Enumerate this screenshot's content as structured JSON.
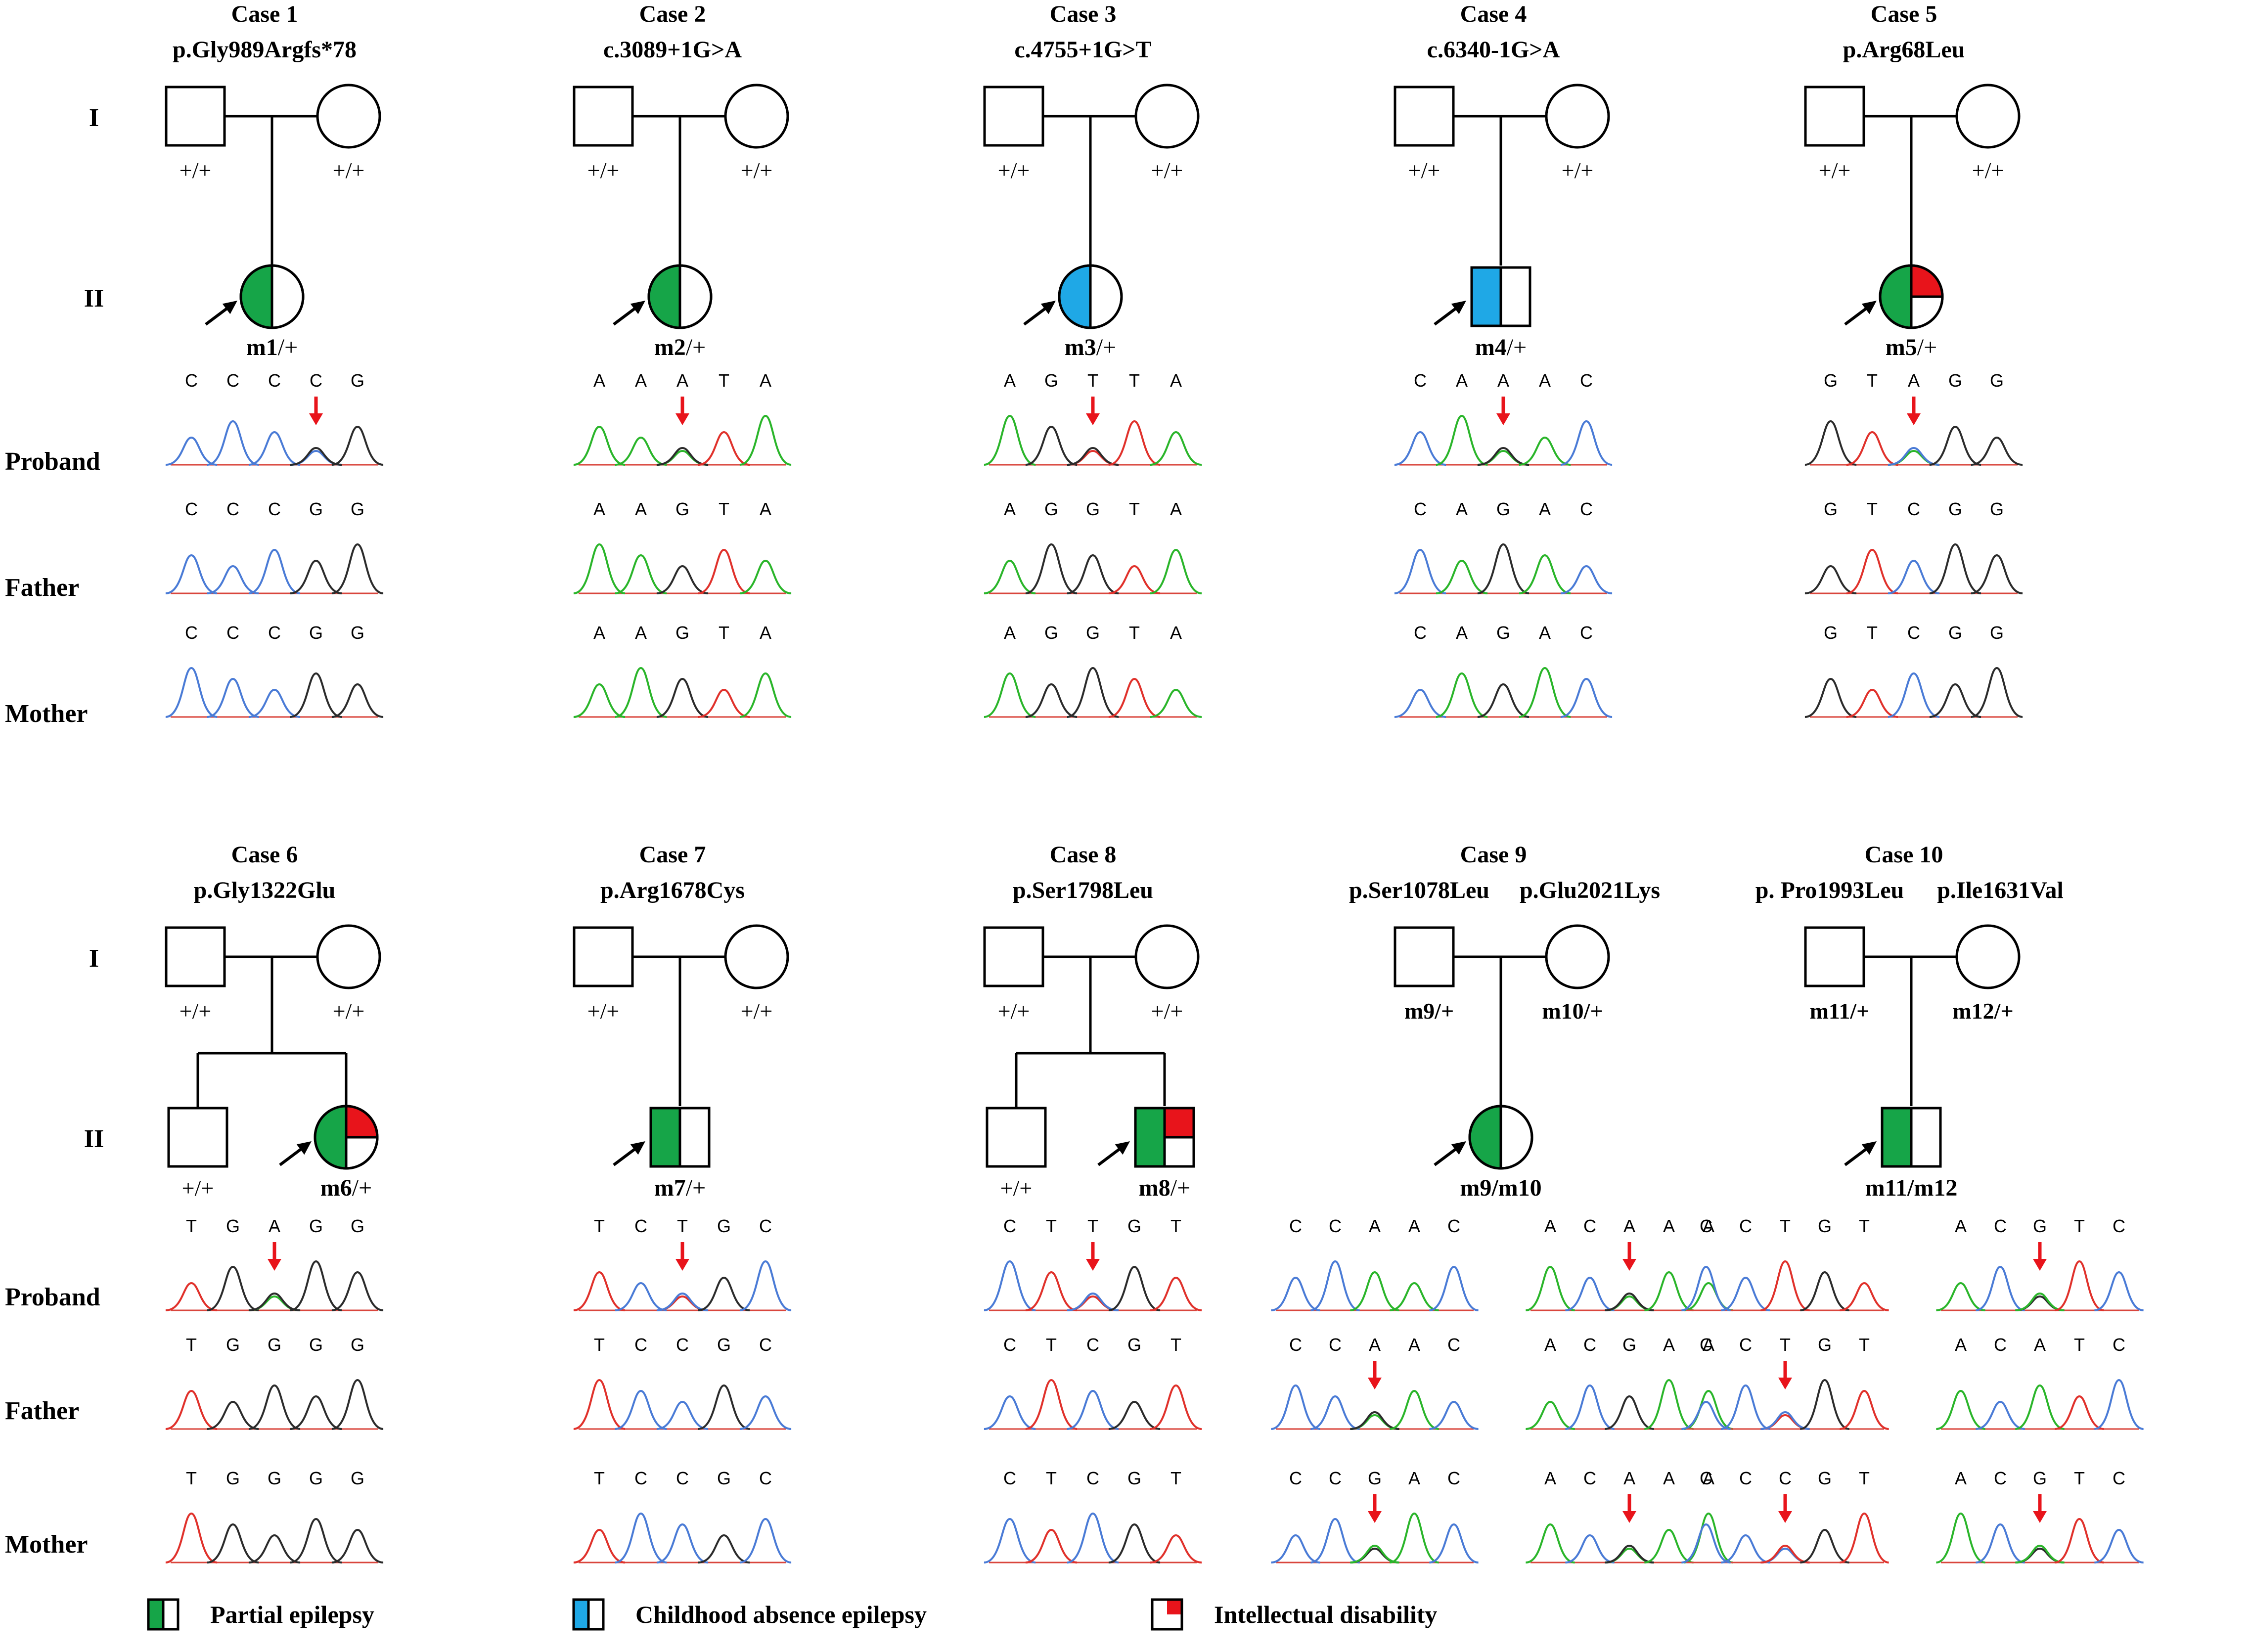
{
  "roman": {
    "I": "I",
    "II": "II"
  },
  "row_labels": [
    "Proband",
    "Father",
    "Mother"
  ],
  "colors": {
    "A": "#2ab52a",
    "C": "#4a7bd6",
    "G": "#2b2b2b",
    "T": "#e0312b",
    "partial": "#16a548",
    "absence": "#1fa8e6",
    "intellectual": "#e8141b",
    "arrow": "#e8141b"
  },
  "legend": [
    {
      "label": "Partial epilepsy",
      "fill": "partial"
    },
    {
      "label": "Childhood absence epilepsy",
      "fill": "absence"
    },
    {
      "label": "Intellectual disability",
      "fill": "intellectual"
    }
  ],
  "cases": [
    {
      "title": "Case 1",
      "variants": [
        "p.Gly989Argfs*78"
      ],
      "father_gt": "+/+",
      "mother_gt": "+/+",
      "proband": {
        "shape": "circle",
        "fills": [
          "partial"
        ],
        "gt_bold": "m1",
        "gt_rest": "/+"
      },
      "traces": [
        [
          [
            "C",
            "C",
            "C",
            "C",
            "G"
          ],
          [
            "C",
            "C",
            "C",
            "G",
            "G"
          ],
          [
            "C",
            "C",
            "C",
            "G",
            "G"
          ]
        ]
      ]
    },
    {
      "title": "Case 2",
      "variants": [
        "c.3089+1G>A"
      ],
      "father_gt": "+/+",
      "mother_gt": "+/+",
      "proband": {
        "shape": "circle",
        "fills": [
          "partial"
        ],
        "gt_bold": "m2",
        "gt_rest": "/+"
      },
      "traces": [
        [
          [
            "A",
            "A",
            "A",
            "T",
            "A"
          ],
          [
            "A",
            "A",
            "G",
            "T",
            "A"
          ],
          [
            "A",
            "A",
            "G",
            "T",
            "A"
          ]
        ]
      ]
    },
    {
      "title": "Case 3",
      "variants": [
        "c.4755+1G>T"
      ],
      "father_gt": "+/+",
      "mother_gt": "+/+",
      "proband": {
        "shape": "circle",
        "fills": [
          "absence"
        ],
        "gt_bold": "m3",
        "gt_rest": "/+"
      },
      "traces": [
        [
          [
            "A",
            "G",
            "T",
            "T",
            "A"
          ],
          [
            "A",
            "G",
            "G",
            "T",
            "A"
          ],
          [
            "A",
            "G",
            "G",
            "T",
            "A"
          ]
        ]
      ]
    },
    {
      "title": "Case 4",
      "variants": [
        "c.6340-1G>A"
      ],
      "father_gt": "+/+",
      "mother_gt": "+/+",
      "proband": {
        "shape": "square",
        "fills": [
          "absence"
        ],
        "gt_bold": "m4",
        "gt_rest": "/+"
      },
      "traces": [
        [
          [
            "C",
            "A",
            "A",
            "A",
            "C"
          ],
          [
            "C",
            "A",
            "G",
            "A",
            "C"
          ],
          [
            "C",
            "A",
            "G",
            "A",
            "C"
          ]
        ]
      ]
    },
    {
      "title": "Case 5",
      "variants": [
        "p.Arg68Leu"
      ],
      "father_gt": "+/+",
      "mother_gt": "+/+",
      "proband": {
        "shape": "circle",
        "fills": [
          "partial",
          "intellectual"
        ],
        "gt_bold": "m5",
        "gt_rest": "/+"
      },
      "traces": [
        [
          [
            "G",
            "T",
            "A",
            "G",
            "G"
          ],
          [
            "G",
            "T",
            "C",
            "G",
            "G"
          ],
          [
            "G",
            "T",
            "C",
            "G",
            "G"
          ]
        ]
      ]
    },
    {
      "title": "Case 6",
      "variants": [
        "p.Gly1322Glu"
      ],
      "father_gt": "+/+",
      "mother_gt": "+/+",
      "sibling": {
        "shape": "square",
        "gt": "+/+"
      },
      "proband": {
        "shape": "circle",
        "fills": [
          "partial",
          "intellectual"
        ],
        "gt_bold": "m6",
        "gt_rest": "/+"
      },
      "traces": [
        [
          [
            "T",
            "G",
            "A",
            "G",
            "G"
          ],
          [
            "T",
            "G",
            "G",
            "G",
            "G"
          ],
          [
            "T",
            "G",
            "G",
            "G",
            "G"
          ]
        ]
      ]
    },
    {
      "title": "Case 7",
      "variants": [
        "p.Arg1678Cys"
      ],
      "father_gt": "+/+",
      "mother_gt": "+/+",
      "proband": {
        "shape": "square",
        "fills": [
          "partial"
        ],
        "gt_bold": "m7",
        "gt_rest": "/+"
      },
      "traces": [
        [
          [
            "T",
            "C",
            "T",
            "G",
            "C"
          ],
          [
            "T",
            "C",
            "C",
            "G",
            "C"
          ],
          [
            "T",
            "C",
            "C",
            "G",
            "C"
          ]
        ]
      ]
    },
    {
      "title": "Case 8",
      "variants": [
        "p.Ser1798Leu"
      ],
      "father_gt": "+/+",
      "mother_gt": "+/+",
      "sibling": {
        "shape": "square",
        "gt": "+/+"
      },
      "proband": {
        "shape": "square",
        "fills": [
          "partial",
          "intellectual"
        ],
        "gt_bold": "m8",
        "gt_rest": "/+"
      },
      "traces": [
        [
          [
            "C",
            "T",
            "T",
            "G",
            "T"
          ],
          [
            "C",
            "T",
            "C",
            "G",
            "T"
          ],
          [
            "C",
            "T",
            "C",
            "G",
            "T"
          ]
        ]
      ]
    },
    {
      "title": "Case 9",
      "variants": [
        "p.Ser1078Leu",
        "p.Glu2021Lys"
      ],
      "father_gt": "m9/+",
      "mother_gt": "m10/+",
      "proband": {
        "shape": "circle",
        "fills": [
          "partial"
        ],
        "gt_bold": "m9/m10",
        "gt_rest": ""
      },
      "traces": [
        [
          [
            "C",
            "C",
            "A",
            "A",
            "C"
          ],
          [
            "C",
            "C",
            "A",
            "A",
            "C"
          ],
          [
            "C",
            "C",
            "G",
            "A",
            "C"
          ]
        ],
        [
          [
            "A",
            "C",
            "A",
            "A",
            "A"
          ],
          [
            "A",
            "C",
            "G",
            "A",
            "A"
          ],
          [
            "A",
            "C",
            "A",
            "A",
            "A"
          ]
        ]
      ]
    },
    {
      "title": "Case 10",
      "variants": [
        "p. Pro1993Leu",
        "p.Ile1631Val"
      ],
      "father_gt": "m11/+",
      "mother_gt": "m12/+",
      "proband": {
        "shape": "square",
        "fills": [
          "partial"
        ],
        "gt_bold": "m11/m12",
        "gt_rest": ""
      },
      "traces": [
        [
          [
            "C",
            "C",
            "T",
            "G",
            "T"
          ],
          [
            "C",
            "C",
            "T",
            "G",
            "T"
          ],
          [
            "C",
            "C",
            "C",
            "G",
            "T"
          ]
        ],
        [
          [
            "A",
            "C",
            "G",
            "T",
            "C"
          ],
          [
            "A",
            "C",
            "A",
            "T",
            "C"
          ],
          [
            "A",
            "C",
            "G",
            "T",
            "C"
          ]
        ]
      ]
    }
  ]
}
